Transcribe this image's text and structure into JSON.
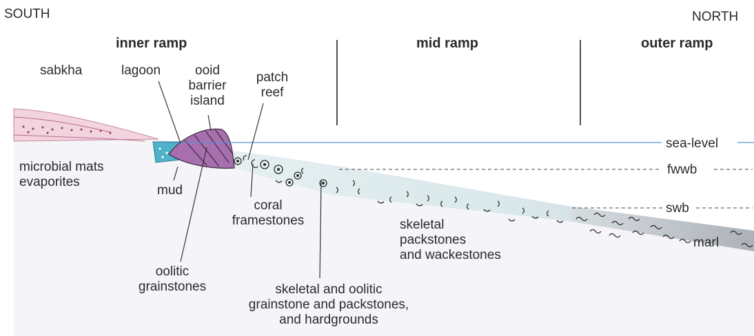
{
  "directions": {
    "left": "SOUTH",
    "right": "NORTH"
  },
  "zones": {
    "inner": "inner ramp",
    "mid": "mid ramp",
    "outer": "outer ramp"
  },
  "levels": {
    "sea": "sea-level",
    "fwwb": "fwwb",
    "swb": "swb"
  },
  "labels": {
    "sabkha": "sabkha",
    "lagoon": "lagoon",
    "ooid_barrier_island": [
      "ooid",
      "barrier",
      "island"
    ],
    "patch_reef": [
      "patch",
      "reef"
    ],
    "microbial_mats_evaporites": [
      "microbial mats",
      "evaporites"
    ],
    "mud": "mud",
    "coral_framestones": [
      "coral",
      "framestones"
    ],
    "oolitic_grainstones": [
      "oolitic",
      "grainstones"
    ],
    "skeletal_packstones_wackestones": [
      "skeletal",
      "packstones",
      "and wackestones"
    ],
    "skeletal_oolitic_grainstone": [
      "skeletal and oolitic",
      "grainstone and packstones,",
      "and hardgrounds"
    ],
    "marl": "marl"
  },
  "colors": {
    "sabkha_fill": "#f2d3de",
    "barrier_fill": "#a86fae",
    "lagoon_fill": "#4fb3c8",
    "sea_line": "#5b8fd6",
    "shelf_fill": "#d8e9ea",
    "seabed_fill": "#f3f3f8",
    "outer_fill": "#b8bcc4"
  }
}
